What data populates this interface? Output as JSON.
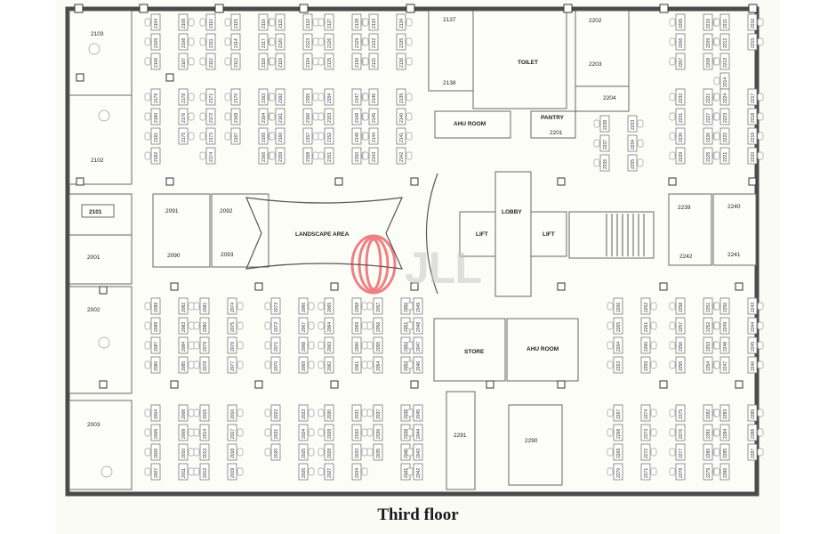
{
  "caption": "Third floor",
  "watermark": "JLL",
  "colors": {
    "wall": "#4a4a4a",
    "logo": "#e31b23",
    "watermark_text": "#c7c7c7"
  },
  "rooms": {
    "toilet": "TOILET",
    "ahu_room_top": "AHU ROOM",
    "pantry": "PANTRY",
    "lobby": "LOBBY",
    "lift_left": "LIFT",
    "lift_right": "LIFT",
    "landscape_area": "LANDSCAPE AREA",
    "store": "STORE",
    "ahu_room_bottom": "AHU ROOM"
  },
  "room_numbers": {
    "r2103": "2103",
    "r2102": "2102",
    "r2101": "2101",
    "r2001": "2001",
    "r2002": "2002",
    "r2003": "2003",
    "r2091": "2091",
    "r2092": "2092",
    "r2090": "2090",
    "r2093": "2093",
    "r2137": "2137",
    "r2138": "2138",
    "r2201": "2201",
    "r2202": "2202",
    "r2203": "2203",
    "r2204": "2204",
    "r2239": "2239",
    "r2240": "2240",
    "r2242": "2242",
    "r2241": "2241",
    "r2291": "2291",
    "r2290": "2290"
  },
  "desk_blocks": [
    {
      "cols": [
        [
          "2104",
          "2105",
          "2106"
        ],
        [
          "2109",
          "2108",
          "2107"
        ],
        [
          "2110",
          "2111",
          "2112"
        ]
      ]
    },
    {
      "cols": [
        [
          "2115",
          "2114",
          "2113"
        ],
        [
          "2116",
          "2117",
          "2118"
        ]
      ]
    },
    {
      "cols": [
        [
          "2121",
          "2120",
          "2119"
        ],
        [
          "2122",
          "2123",
          "2124"
        ]
      ]
    },
    {
      "cols": [
        [
          "2127",
          "2126",
          "2125"
        ],
        [
          "2128",
          "2129",
          "2130"
        ]
      ]
    },
    {
      "cols": [
        [
          "2133",
          "2132",
          "2131"
        ],
        [
          "2134",
          "2135",
          "2136"
        ]
      ]
    },
    {
      "cols": [
        [
          "2179",
          "2180",
          "2181",
          "2182"
        ],
        [
          "2178",
          "2176",
          "2175"
        ],
        [
          "2171",
          "2172",
          "2173",
          "2174"
        ]
      ]
    },
    {
      "cols": [
        [
          "2170",
          "2168",
          "2167"
        ],
        [
          "2163",
          "2164",
          "2165",
          "2166"
        ]
      ]
    },
    {
      "cols": [
        [
          "2162",
          "2161",
          "2160",
          "2159"
        ],
        [
          "2155",
          "2156",
          "2157",
          "2158"
        ]
      ]
    },
    {
      "cols": [
        [
          "2154",
          "2153",
          "2152",
          "2151"
        ],
        [
          "2147",
          "2148",
          "2149",
          "2150"
        ]
      ]
    },
    {
      "cols": [
        [
          "2146",
          "2145",
          "2144",
          "2143"
        ],
        [
          "2139",
          "2140",
          "2141",
          "2142"
        ]
      ]
    },
    {
      "cols": [
        [
          "2205",
          "2206",
          "2207"
        ],
        [
          "2210",
          "2209",
          "2208"
        ]
      ]
    },
    {
      "cols": [
        [
          "2211",
          "2212",
          "2213",
          "2214"
        ],
        [
          "2216",
          "2215"
        ]
      ]
    },
    {
      "cols": [
        [
          "2232",
          "2231",
          "2230",
          "2229"
        ],
        [
          "2221",
          "2227",
          "2226",
          "2225"
        ]
      ]
    },
    {
      "cols": [
        [
          "2224",
          "2223",
          "2222",
          "2221"
        ],
        [
          "2217",
          "2218",
          "2219",
          "2220"
        ]
      ]
    },
    {
      "cols": [
        [
          "2238",
          "2237",
          "2236"
        ],
        [
          "2233",
          "2234",
          "2235"
        ]
      ]
    },
    {
      "cols": [
        [
          "2089",
          "2088",
          "2087",
          "2086"
        ],
        [
          "2082",
          "2083",
          "2084",
          "2085"
        ]
      ]
    },
    {
      "cols": [
        [
          "2081",
          "2080",
          "2079",
          "2078"
        ],
        [
          "2074",
          "2075",
          "2076",
          "2077"
        ]
      ]
    },
    {
      "cols": [
        [
          "2073",
          "2072",
          "2071",
          "2070"
        ],
        [
          "2066",
          "2067",
          "2068",
          "2069"
        ]
      ]
    },
    {
      "cols": [
        [
          "2065",
          "2064",
          "2063",
          "2062"
        ],
        [
          "2058",
          "2059",
          "2060",
          "2061"
        ]
      ]
    },
    {
      "cols": [
        [
          "2057",
          "2056",
          "2055",
          "2054"
        ],
        [
          "2050",
          "2051",
          "2052",
          "2053"
        ]
      ]
    },
    {
      "cols": [
        [
          "2049",
          "2048",
          "2047",
          "2046"
        ]
      ]
    },
    {
      "cols": [
        [
          "2004",
          "2005",
          "2006",
          "2007"
        ],
        [
          "2008",
          "2009",
          "2010",
          "2011"
        ]
      ]
    },
    {
      "cols": [
        [
          "2015",
          "2014",
          "2013",
          "2012"
        ],
        [
          "2016",
          "2017",
          "2018",
          "2019"
        ]
      ]
    },
    {
      "cols": [
        [
          "2022",
          "2021",
          "2020"
        ],
        [
          "2023",
          "2024",
          "2025",
          "2026"
        ]
      ]
    },
    {
      "cols": [
        [
          "2030",
          "2029",
          "2028",
          "2027"
        ],
        [
          "2031",
          "2032",
          "2033",
          "2034"
        ]
      ]
    },
    {
      "cols": [
        [
          "2037",
          "2036",
          "2035"
        ],
        [
          "2038",
          "2039",
          "2040",
          "2041"
        ]
      ]
    },
    {
      "cols": [
        [
          "2045",
          "2044",
          "2043",
          "2042"
        ]
      ]
    },
    {
      "cols": [
        [
          "2266",
          "2265",
          "2264",
          "2263"
        ],
        [
          "2262",
          "2261",
          "2260",
          "2259"
        ]
      ]
    },
    {
      "cols": [
        [
          "2258",
          "2257",
          "2256",
          "2255"
        ],
        [
          "2251",
          "2252",
          "2253",
          "2254"
        ]
      ]
    },
    {
      "cols": [
        [
          "2250",
          "2249",
          "2248",
          "2247"
        ],
        [
          "2243",
          "2244",
          "2245",
          "2246"
        ]
      ]
    },
    {
      "cols": [
        [
          "2267",
          "2268",
          "2269",
          "2270"
        ],
        [
          "2274",
          "2273",
          "2272",
          "2271"
        ]
      ]
    },
    {
      "cols": [
        [
          "2275",
          "2276",
          "2277",
          "2278"
        ],
        [
          "2282",
          "2281",
          "2280",
          "2279"
        ]
      ]
    },
    {
      "cols": [
        [
          "2283",
          "2284",
          "2285",
          "2286"
        ],
        [
          "2289",
          "2288",
          "2287"
        ]
      ]
    }
  ]
}
